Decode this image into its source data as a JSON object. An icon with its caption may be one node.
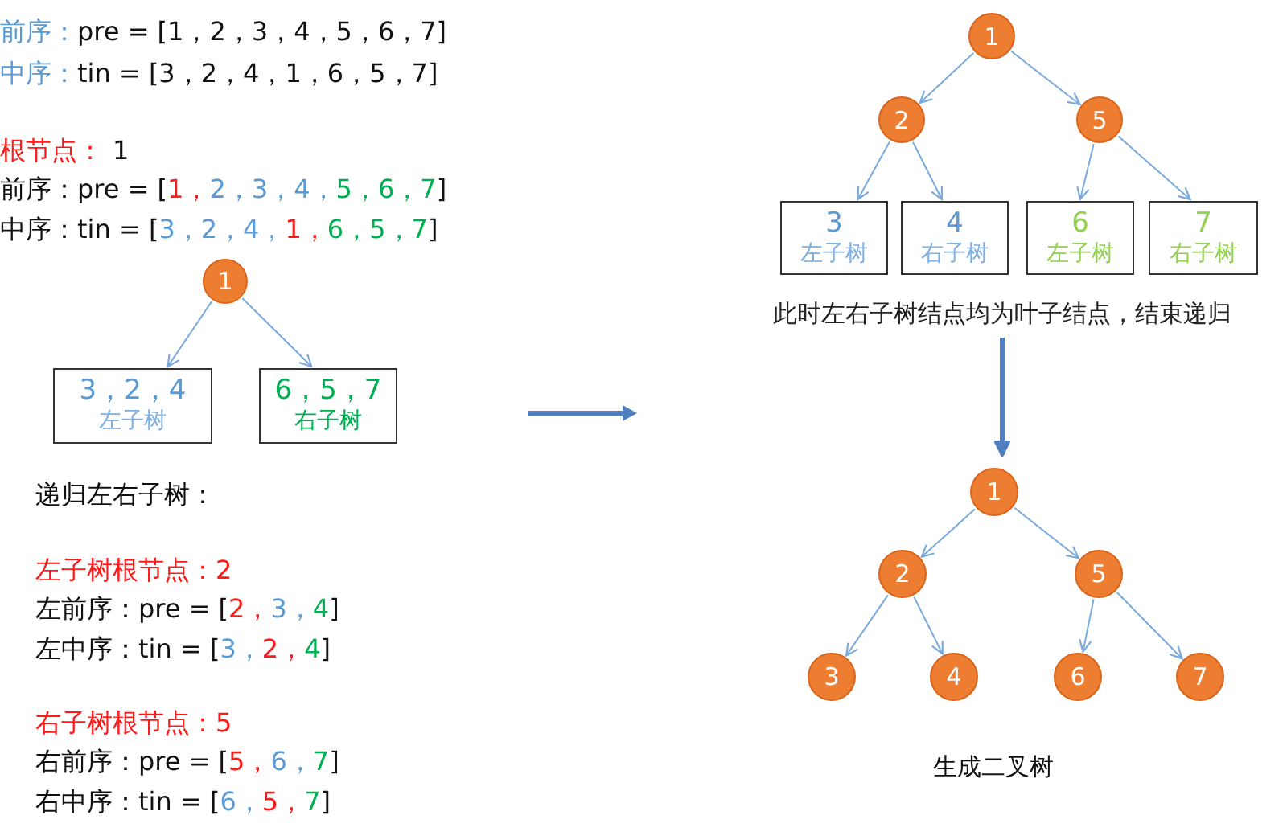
{
  "diagram": {
    "nodes": [
      {
        "text": [
          "1"
        ]
      },
      {
        "text": [
          "3，2，4",
          "左子树"
        ]
      },
      {
        "text": [
          "6，5，7",
          "右子树"
        ]
      },
      {
        "text": [
          "1"
        ]
      },
      {
        "text": [
          "2"
        ]
      },
      {
        "text": [
          "5"
        ]
      },
      {
        "text": [
          "3",
          "左子树"
        ]
      },
      {
        "text": [
          "4",
          "右子树"
        ]
      },
      {
        "text": [
          "6",
          "左子树"
        ]
      },
      {
        "text": [
          "7",
          "右子树"
        ]
      },
      {
        "text": [
          "此时左右子树结点均为叶子结点，结束递归"
        ]
      },
      {
        "text": [
          "1"
        ]
      },
      {
        "text": [
          "2"
        ]
      },
      {
        "text": [
          "5"
        ]
      },
      {
        "text": [
          "3"
        ]
      },
      {
        "text": [
          "4"
        ]
      },
      {
        "text": [
          "6"
        ]
      },
      {
        "text": [
          "7"
        ]
      }
    ],
    "edges": [
      {
        "from": 0,
        "to": 1,
        "arrow": "to"
      },
      {
        "from": 0,
        "to": 2,
        "arrow": "to"
      },
      {
        "from": 3,
        "to": 4,
        "arrow": "to"
      },
      {
        "from": 3,
        "to": 5,
        "arrow": "to"
      },
      {
        "from": 4,
        "to": 6,
        "arrow": "to"
      },
      {
        "from": 4,
        "to": 7,
        "arrow": "to"
      },
      {
        "from": 5,
        "to": 8,
        "arrow": "to"
      },
      {
        "from": 5,
        "to": 9,
        "arrow": "to"
      },
      {
        "from": 10,
        "to": 11,
        "arrow": "to",
        "style": "thick",
        "color": "#4f7fbf"
      },
      {
        "from": 11,
        "to": 12,
        "arrow": "to"
      },
      {
        "from": 11,
        "to": 13,
        "arrow": "to"
      },
      {
        "from": 12,
        "to": 14,
        "arrow": "to"
      },
      {
        "from": 12,
        "to": 15,
        "arrow": "to"
      },
      {
        "from": 13,
        "to": 16,
        "arrow": "to"
      },
      {
        "from": 13,
        "to": 17,
        "arrow": "to"
      }
    ],
    "labels": [
      "前序：",
      "pre = [1，2，3，4，5，6，7]",
      "中序：",
      "tin = [3，2，4，1，6，5，7]",
      "根节点：",
      "1",
      "前序：pre = [",
      "1，",
      "2，3，4，",
      "5，6，7",
      "]",
      "中序：tin = [",
      "3，2，4，",
      "1，",
      "6，5，7",
      "]",
      "递归左右子树：",
      "左子树根节点：2",
      "左前序：pre = [",
      "2，",
      "3，",
      "4",
      "]",
      "左中序：tin = [",
      "3，",
      "2，",
      "4",
      "]",
      "右子树根节点：5",
      "右前序：pre = [",
      "5，",
      "6，",
      "7",
      "]",
      "右中序：tin = [",
      "6，",
      "5，",
      "7",
      "]",
      "生成二叉树"
    ]
  }
}
